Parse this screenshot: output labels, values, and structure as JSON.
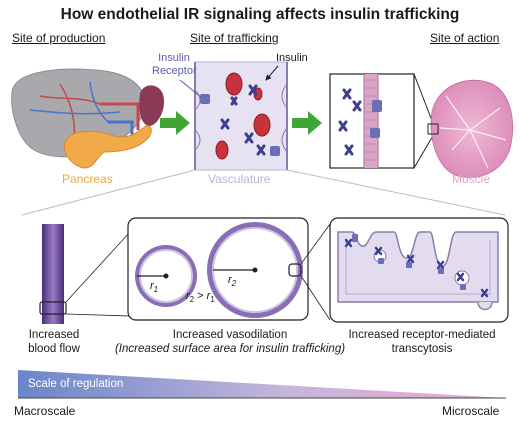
{
  "title": "How endothelial IR signaling affects insulin trafficking",
  "sites": {
    "production": "Site of production",
    "trafficking": "Site of trafficking",
    "action": "Site of action"
  },
  "labels": {
    "insulin_receptor_line1": "Insulin",
    "insulin_receptor_line2": "Receptor",
    "insulin": "Insulin",
    "pancreas": "Pancreas",
    "vasculature": "Vasculature",
    "muscle": "Muscle"
  },
  "math": {
    "r1": "r",
    "r1_sub": "1",
    "r2": "r",
    "r2_sub": "2",
    "inequality_r2": "r",
    "inequality_r2_sub": "2",
    "inequality_gt": " > ",
    "inequality_r1": "r",
    "inequality_r1_sub": "1"
  },
  "captions": {
    "blood_flow_line1": "Increased",
    "blood_flow_line2": "blood flow",
    "vasodilation_line1": "Increased vasodilation",
    "vasodilation_line2": "(Increased surface area for insulin trafficking)",
    "transcytosis_line1": "Increased receptor-mediated",
    "transcytosis_line2": "transcytosis"
  },
  "scale": {
    "label": "Scale of regulation",
    "left": "Macroscale",
    "right": "Microscale"
  },
  "colors": {
    "receptor_blue": "#5b5fa8",
    "vessel_purple": "#6e4f9c",
    "pancreas_orange": "#f0a63c",
    "muscle_pink": "#e8a3c8",
    "arrow_green": "#3fa535",
    "rbc_red": "#c8323c"
  }
}
